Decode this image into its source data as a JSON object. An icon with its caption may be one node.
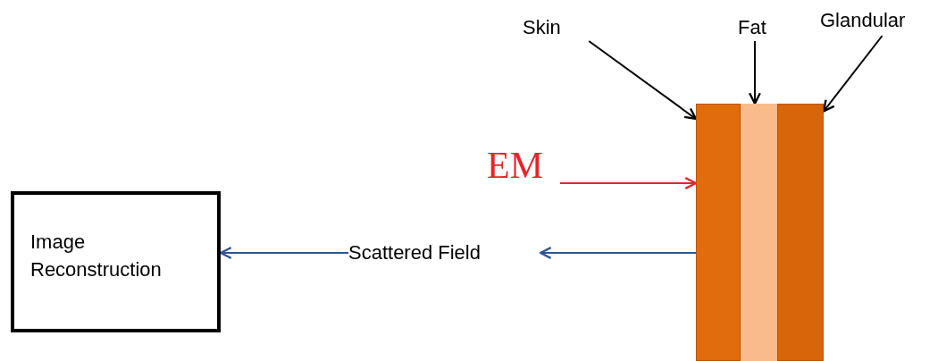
{
  "diagram": {
    "nodes": [
      {
        "text": [
          "Skin"
        ]
      },
      {
        "text": [
          "Fat"
        ]
      },
      {
        "text": [
          "Glandular"
        ]
      },
      {
        "text": [],
        "shape": "box"
      },
      {
        "text": [],
        "shape": "box"
      },
      {
        "text": [],
        "shape": "box"
      },
      {
        "text": [
          "EM"
        ]
      },
      {
        "text": [
          "Scattered Field"
        ]
      },
      {
        "text": [
          "Image Reconstruction"
        ]
      }
    ],
    "edges": [
      {
        "from": 0,
        "to": 3,
        "arrow": "to"
      },
      {
        "from": 1,
        "to": 4,
        "arrow": "to"
      },
      {
        "from": 2,
        "to": 5,
        "arrow": "to"
      },
      {
        "from": 6,
        "to": 3,
        "arrow": "to",
        "color": "#e3262d"
      },
      {
        "from": 3,
        "to": 7,
        "arrow": "to",
        "color": "#2f5597"
      },
      {
        "from": 7,
        "to": 8,
        "arrow": "to",
        "color": "#2f5597"
      }
    ]
  }
}
